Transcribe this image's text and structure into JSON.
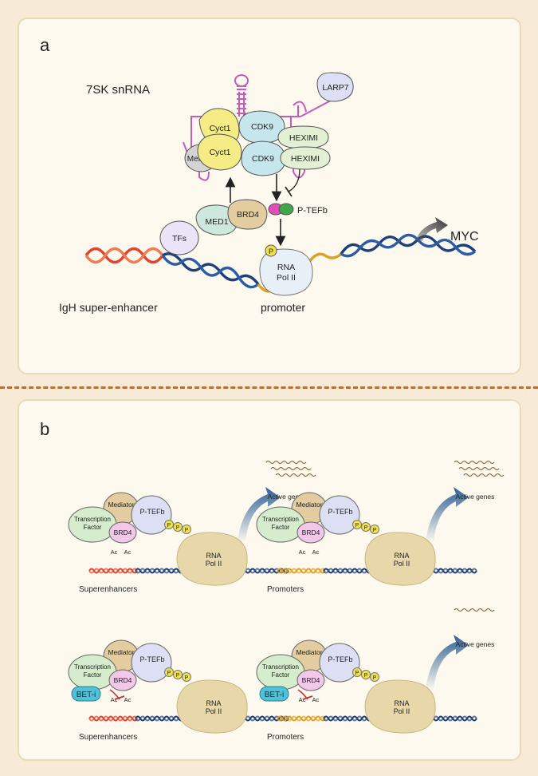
{
  "panel_a": {
    "letter": "a",
    "rna_label": "7SK snRNA",
    "larp7": "LARP7",
    "cyct1": "Cyct1",
    "cdk9": "CDK9",
    "hexim": "HEXIMI",
    "mepce": "MePCE",
    "ptefb": "P-TEFb",
    "brd4": "BRD4",
    "med1": "MED1",
    "tfs": "TFs",
    "phospho": "P",
    "pol_line1": "RNA",
    "pol_line2": "Pol II",
    "myc": "MYC",
    "enhancer_label": "IgH super-enhancer",
    "promoter_label": "promoter"
  },
  "panel_b": {
    "letter": "b",
    "mediator": "Mediator",
    "ptefb": "P-TEFb",
    "tf_line1": "Transcription",
    "tf_line2": "Factor",
    "brd4": "BRD4",
    "ac": "Ac",
    "phospho": "P",
    "pol_line1": "RNA",
    "pol_line2": "Pol II",
    "active_genes": "Active genes",
    "bet_i": "BET-i",
    "superenhancers": "Superenhancers",
    "promoters": "Promoters"
  },
  "colors": {
    "background": "#f7ead6",
    "panel": "#fdf9ee",
    "dna_blue": "#1d3f7a",
    "dna_red": "#e0452c",
    "dna_orange": "#e0a020",
    "pol_ii": "#e8d7a8",
    "brd4": "#f2c8ea",
    "mediator": "#e2cca0",
    "ptefb": "#dde0f5",
    "transcription_factor": "#d5eccd",
    "bet_i": "#4fc2d9",
    "phospho": "#f2e24a",
    "arrow_blue": "#2d5f95",
    "rna_squiggle": "#8a5a28",
    "rna_7sk": "#c65bbf"
  }
}
